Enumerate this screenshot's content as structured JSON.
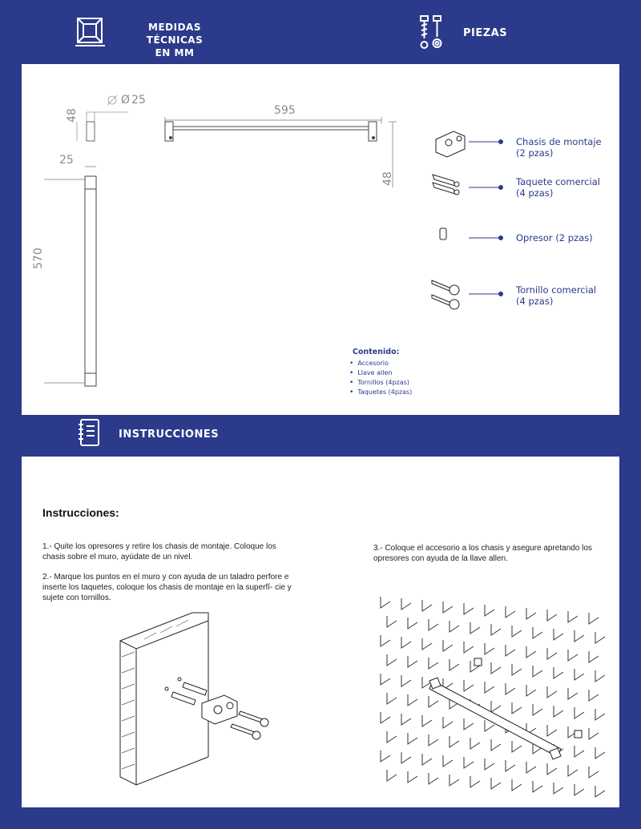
{
  "header": {
    "technical_title_line1": "MEDIDAS TÉCNICAS",
    "technical_title_line2": "EN MM",
    "pieces_title": "PIEZAS",
    "instructions_band_title": "INSTRUCCIONES"
  },
  "dimensions": {
    "diameter": "25",
    "height_small": "48",
    "length_top": "595",
    "height_right": "48",
    "width_side": "25",
    "length_side": "570"
  },
  "pieces": [
    {
      "label_line1": "Chasis de montaje",
      "label_line2": "(2 pzas)"
    },
    {
      "label_line1": "Taquete comercial",
      "label_line2": "(4 pzas)"
    },
    {
      "label_line1": "Opresor (2 pzas)",
      "label_line2": ""
    },
    {
      "label_line1": "Tornillo comercial",
      "label_line2": "(4 pzas)"
    }
  ],
  "contents": {
    "title": "Contenido:",
    "items": [
      "Accesorio",
      "Llave allen",
      "Tornillos (4pzas)",
      "Taquetes (4pzas)"
    ]
  },
  "instructions": {
    "heading": "Instrucciones:",
    "step1": "1.- Quite los opresores y retire los chasis de montaje. Coloque los chasis sobre el muro, ayúdate de un nivel.",
    "step2": "2.- Marque los puntos en el muro y con ayuda de un taladro perfore e inserte los taquetes, coloque los chasis de montaje  en la superfí- cie y sujete con tornillos.",
    "step3": "3.- Coloque el accesorio a los chasis y asegure apretando los opresores con ayuda de la llave allen."
  },
  "colors": {
    "brand_blue": "#2b3a8a",
    "panel": "#ffffff"
  },
  "icons": [
    "ruler-cube-icon",
    "screws-icon",
    "notebook-icon"
  ]
}
